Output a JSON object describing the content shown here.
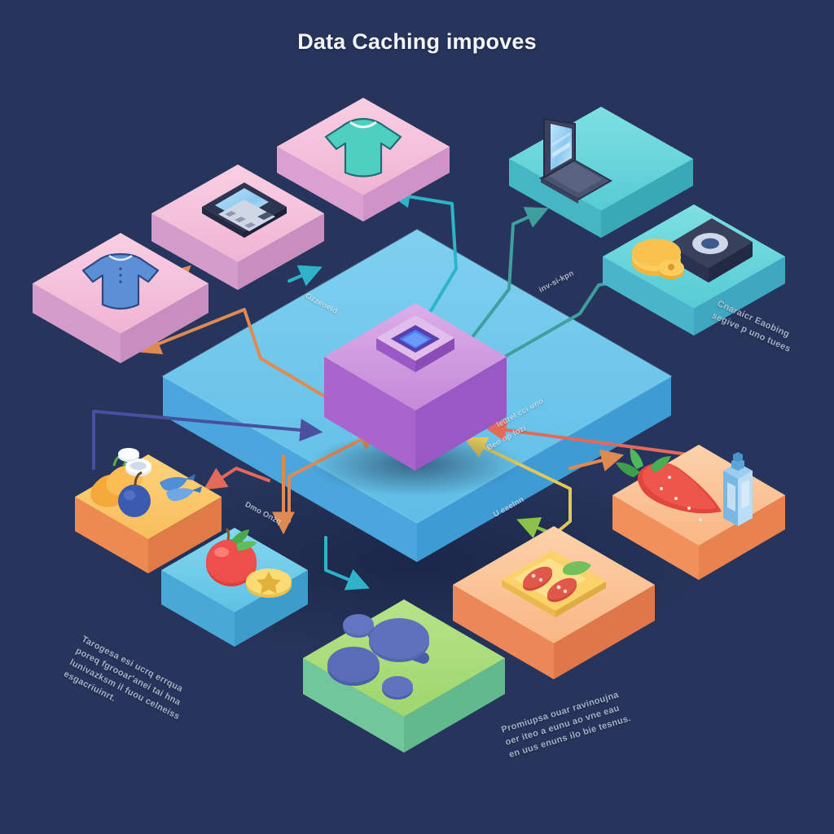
{
  "page": {
    "title": "Data Caching impoves",
    "background_color": "#27355c",
    "style": "isometric 3d flat illustration diagram"
  },
  "center_node": {
    "name": "cache-core",
    "shape": "isometric cube with chip on top",
    "top_color": "#c489d8",
    "body_color": "#9a58c4",
    "chip_color": "#4a7ef0"
  },
  "platform": {
    "name": "base-platform",
    "top_color": "#6cc2ee",
    "side_color": "#3f9bd4"
  },
  "tiles": [
    {
      "id": "shirt-blue",
      "icon": "shirt-icon",
      "label": "",
      "top": "#f3bcd8",
      "side": "#c98ec0",
      "glyph": "👕"
    },
    {
      "id": "calculator",
      "icon": "calculator-icon",
      "label": "",
      "top": "#f3bcd8",
      "side": "#c98ec0",
      "glyph": "🧮"
    },
    {
      "id": "tshirt-teal",
      "icon": "tshirt-icon",
      "label": "",
      "top": "#f6c3de",
      "side": "#cf93c8",
      "glyph": "👕"
    },
    {
      "id": "laptop",
      "icon": "laptop-icon",
      "label": "",
      "top": "#63d4d6",
      "side": "#3aa9b6",
      "glyph": "💻"
    },
    {
      "id": "safe-coins",
      "icon": "safe-coins-icon",
      "label": "",
      "top": "#6fd3e2",
      "side": "#3fa7bf",
      "glyph": "💽"
    },
    {
      "id": "groceries",
      "icon": "groceries-icon",
      "label": "",
      "top": "#fbc96a",
      "side": "#e07a46",
      "glyph": "🫑"
    },
    {
      "id": "tomato-coin",
      "icon": "tomato-icon",
      "label": "",
      "top": "#72cfe8",
      "side": "#3e9ccb",
      "glyph": "🍅"
    },
    {
      "id": "molecule",
      "icon": "molecule-icon",
      "label": "",
      "top": "#a9dc7c",
      "side": "#63b98e",
      "glyph": "⚛"
    },
    {
      "id": "sandwich",
      "icon": "sandwich-icon",
      "label": "",
      "top": "#f9ad7b",
      "side": "#e0774b",
      "glyph": "🥪"
    },
    {
      "id": "strawberry",
      "icon": "strawberry-icon",
      "label": "",
      "top": "#fbc79a",
      "side": "#e8824f",
      "glyph": "🍓"
    }
  ],
  "connector_labels": [
    {
      "id": "label-left-upper",
      "text": "Ozzeoeid"
    },
    {
      "id": "label-right-upper",
      "text": "inv-si-kpn"
    },
    {
      "id": "label-left-lower",
      "text": "Dmo Onzq"
    },
    {
      "id": "label-right-upper2",
      "text": "leurel cci uno"
    },
    {
      "id": "label-right-mid",
      "text": "Beo np fozi"
    },
    {
      "id": "label-right-lower",
      "text": "U eeelnn"
    }
  ],
  "annotations": [
    {
      "id": "note-right",
      "text": "Cnaraicr Eaobing\nsegive p uno tuees"
    },
    {
      "id": "note-bottom-left",
      "text": "Tarogesa esi ucrq errqua\nporeq fgrooar'anei  tai hna\nlunivazksm il  fuou  celneiss\nesgacriuinrt."
    },
    {
      "id": "note-bottom-right",
      "text": "Promiupsa  ouar ravinoujna\noer iteo a eunu  ao vne eau\nen uus enuns ilo bie tesnus."
    }
  ],
  "arrows": {
    "colors": [
      "#e08a53",
      "#2fb3c9",
      "#4a4f9e",
      "#e26a5a",
      "#d9c24e",
      "#8cc24a",
      "#3f9e9e"
    ]
  }
}
